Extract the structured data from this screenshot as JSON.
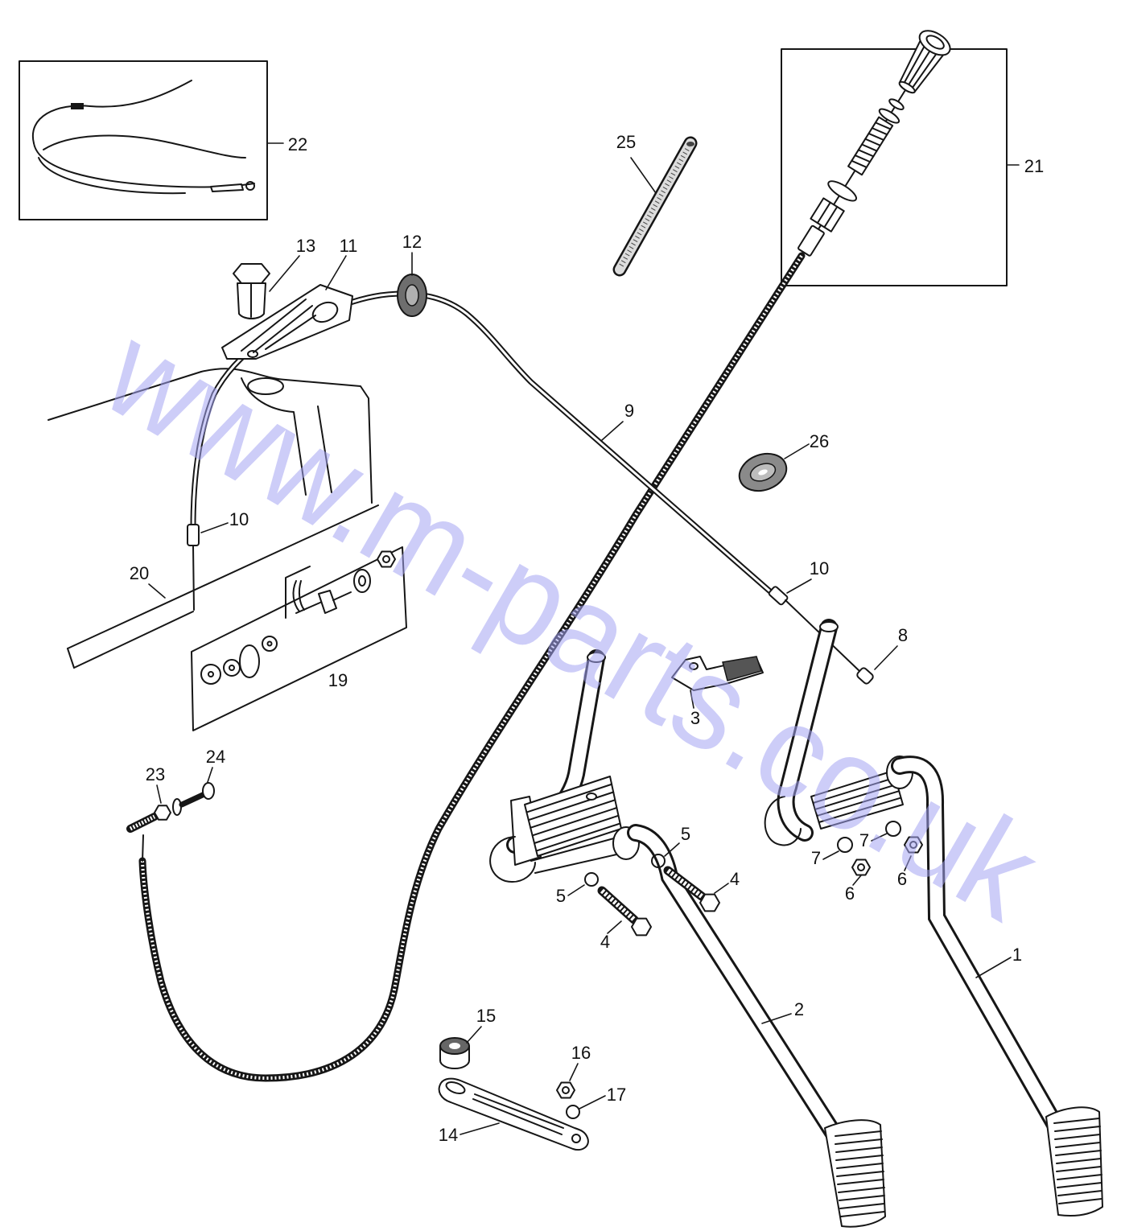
{
  "diagram": {
    "watermark": "www.m-parts.co.uk",
    "callouts": [
      "22",
      "21",
      "25",
      "13",
      "11",
      "12",
      "9",
      "26",
      "10",
      "10",
      "20",
      "19",
      "8",
      "3",
      "24",
      "23",
      "5",
      "4",
      "5",
      "4",
      "7",
      "7",
      "6",
      "6",
      "1",
      "2",
      "15",
      "16",
      "17",
      "14"
    ]
  }
}
